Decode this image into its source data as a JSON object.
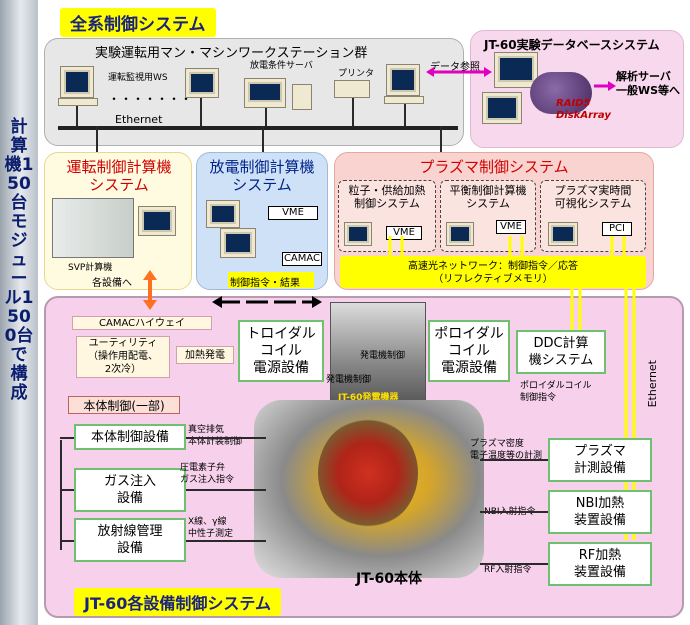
{
  "side_text": "計算機150台モジュール1500台で構成",
  "top_badge": "全系制御システム",
  "top_panel": {
    "title": "実験運転用マン・マシンワークステーション群",
    "ws_label": "運転監視用WS",
    "dots": "・・・・・・・",
    "discharge_server": "放電条件サーバ",
    "printer": "プリンタ",
    "ethernet": "Ethernet"
  },
  "db_panel": {
    "title": "JT-60実験データベースシステム",
    "data_ref": "データ参照",
    "analysis": "解析サーバ\n一般WS等へ",
    "raid": "RAID5\nDiskArray"
  },
  "operation_ctrl": {
    "title": "運転制御計算機\nシステム",
    "svp": "SVP計算機",
    "to_equipment": "各設備へ"
  },
  "discharge_ctrl": {
    "title": "放電制御計算機\nシステム",
    "vme": "VME",
    "camac": "CAMAC",
    "cmd": "制御指令・結果"
  },
  "plasma_ctrl": {
    "title": "プラズマ制御システム",
    "sub1": "粒子・供給加熱\n制御システム",
    "sub1_box": "VME",
    "sub2": "平衡制御計算機\nシステム",
    "sub2_box": "VME",
    "sub3": "プラズマ実時間\n可視化システム",
    "sub3_box": "PCI",
    "network": "高速光ネットワーク：制御指令／応答\n（リフレクティブメモリ）"
  },
  "bottom_panel": {
    "camac_highway": "CAMACハイウェイ",
    "utility": "ユーティリティ\n（操作用配電、\n2次冷）",
    "heating_power": "加熱発電",
    "toroidal": "トロイダル\nコイル\n電源設備",
    "poloidal": "ポロイダル\nコイル\n電源設備",
    "generator_ctrl1": "発電機制御",
    "generator_ctrl2": "発電機制御",
    "generator_cap": "JT-60発電機器",
    "ddc": "DDC計算\n機システム",
    "poloidal_cmd": "ポロイダルコイル\n制御指令",
    "ethernet_v": "Ethernet",
    "main_ctrl_part": "本体制御(一部)",
    "main_ctrl_eq": "本体制御設備",
    "vacuum": "真空排気\n本体計装制御",
    "gas": "ガス注入\n設備",
    "gas_cmd": "圧電素子弁\nガス注入指令",
    "radiation": "放射線管理\n設備",
    "rad_cmd": "X線、γ線\n中性子測定",
    "plasma_meas": "プラズマ\n計測設備",
    "meas_cmd": "プラズマ密度\n電子温度等の計測",
    "nbi": "NBI加熱\n装置設備",
    "nbi_cmd": "NBI入射指令",
    "rf": "RF加熱\n装置設備",
    "rf_cmd": "RF入射指令",
    "main_body": "JT-60本体",
    "badge": "JT-60各設備制御システム"
  },
  "colors": {
    "badge_yellow": "#ffff00",
    "red_title": "#d00000",
    "blue_title": "#00238a",
    "magenta_arrow": "#e000c0",
    "orange_arrow": "#ff7020",
    "green_border": "#6fc070"
  }
}
